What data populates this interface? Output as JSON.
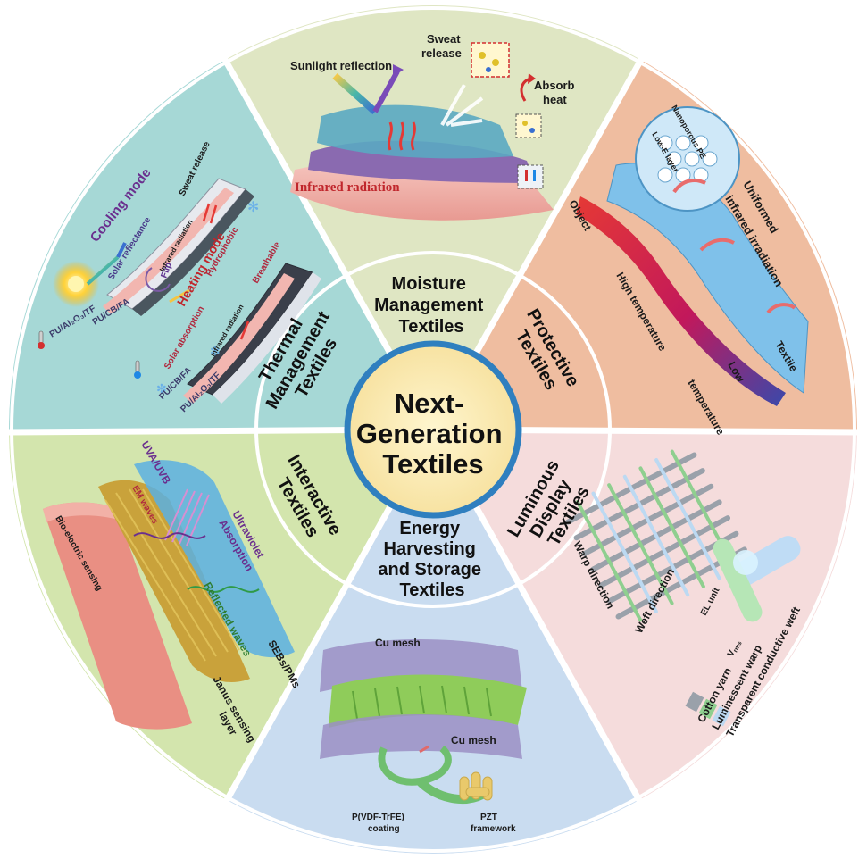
{
  "center": {
    "title_lines": [
      "Next-",
      "Generation",
      "Textiles"
    ]
  },
  "sectors": {
    "thermal": {
      "title_lines": [
        "Thermal",
        "Management",
        "Textiles"
      ],
      "color": "#a6d8d6"
    },
    "moisture": {
      "title_lines": [
        "Moisture",
        "Management",
        "Textiles"
      ],
      "color": "#dfe6c3"
    },
    "protective": {
      "title_lines": [
        "Protective",
        "Textiles"
      ],
      "color": "#efbda0"
    },
    "luminous": {
      "title_lines": [
        "Luminous",
        "Display",
        "Textiles"
      ],
      "color": "#f5dcdc"
    },
    "energy": {
      "title_lines": [
        "Energy",
        "Harvesting",
        "and Storage",
        "Textiles"
      ],
      "color": "#c9dcf0"
    },
    "interactive": {
      "title_lines": [
        "Interactive",
        "Textiles"
      ],
      "color": "#d3e5ad"
    }
  },
  "labels": {
    "thermal": {
      "cooling_mode": "Cooling mode",
      "heating_mode": "Heating mode",
      "sweat_release": "Sweat release",
      "solar_reflectance": "Solar reflectance",
      "infrared_radiation": "Infrared radiation",
      "flip": "Flip",
      "hydrophobic": "Hydrophobic",
      "breathable": "Breathable",
      "solar_absorption": "Solar absorption",
      "infrared_radiation_2": "Infrared radiation",
      "pu_al2o3_tf_top": "PU/Al₂O₃/TF",
      "pu_cb_fa_top": "PU/CB/FA",
      "pu_cb_fa_bottom": "PU/CB/FA",
      "pu_al2o3_tf_bottom": "PU/Al₂O₃/TF"
    },
    "moisture": {
      "sunlight_reflection": "Sunlight reflection",
      "sweat_release": [
        "Sweat",
        "release"
      ],
      "absorb_heat": [
        "Absorb",
        "heat"
      ],
      "infrared_radiation": "Infrared radiation"
    },
    "protective": {
      "object": "Object",
      "nanoporous_pe": "Nanoporous PE",
      "low_e_layer": "Low-E layer",
      "uniformed": "Uniformed",
      "infrared_irradiation": "infrared irradiation",
      "high_temperature": "High temperature",
      "low": "Low",
      "temperature": "temperature",
      "textile": "Textile"
    },
    "luminous": {
      "warp_direction": "Warp direction",
      "weft_direction": "Weft direction",
      "el_unit": "EL unit",
      "v_rms": "V",
      "v_rms_sub": "rms",
      "legend": [
        "Cotton yarn",
        "Luminescent warp",
        "Transparent conductive weft"
      ]
    },
    "energy": {
      "cu_mesh_top": "Cu mesh",
      "cu_mesh_bottom": "Cu mesh",
      "pvdf": [
        "P(VDF-TrFE)",
        "coating"
      ],
      "pzt": [
        "PZT",
        "framework"
      ]
    },
    "interactive": {
      "uva_uvb": "UVA/UVB",
      "em_waves": "EM waves",
      "ultraviolet": "Ultraviolet",
      "absorption": "Absorption",
      "reflected_waves": "Reflected waves",
      "bio_electric_sensing": "Bio-electric sensing",
      "seb_pm": "SEBs/PMs",
      "janus_sensing": "Janus sensing",
      "layer": "layer"
    }
  }
}
